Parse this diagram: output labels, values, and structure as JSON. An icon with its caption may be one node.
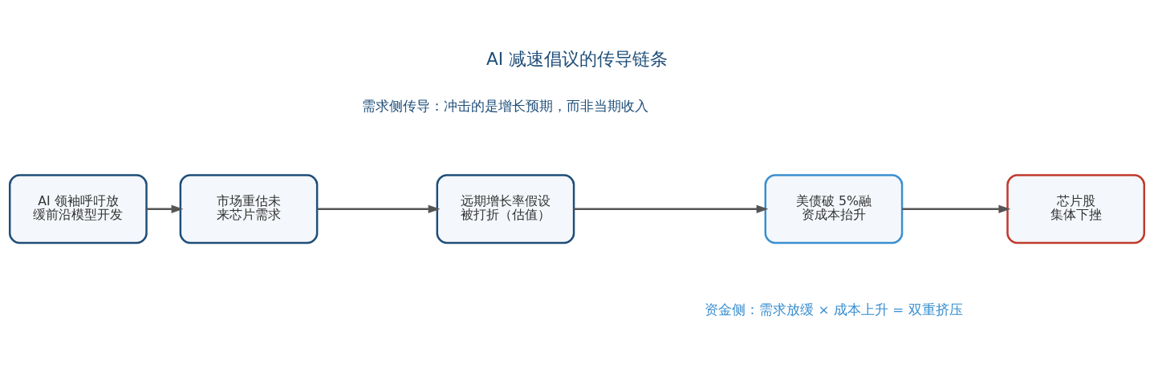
{
  "diagram": {
    "title": "AI 减速倡议的传导链条",
    "nodes": [
      {
        "text": [
          "AI 领袖呼吁放缓前沿模型开发"
        ]
      },
      {
        "text": [
          "市场重估未来芯片需求"
        ]
      },
      {
        "text": [
          "远期增长率假设被打折（估值）"
        ]
      },
      {
        "text": [
          "美债破 5%融资成本抬升"
        ]
      },
      {
        "text": [
          "芯片股集体下挫"
        ]
      }
    ],
    "edges": [
      {
        "from": 0,
        "to": 1,
        "arrow": "to"
      },
      {
        "from": 1,
        "to": 2,
        "arrow": "to"
      },
      {
        "from": 2,
        "to": 3,
        "arrow": "to"
      },
      {
        "from": 3,
        "to": 4,
        "arrow": "to"
      }
    ],
    "labels": [
      "需求侧传导：冲击的是增长预期，而非当期收入",
      "资金侧：需求放缓 × 成本上升 = 双重挤压"
    ]
  }
}
